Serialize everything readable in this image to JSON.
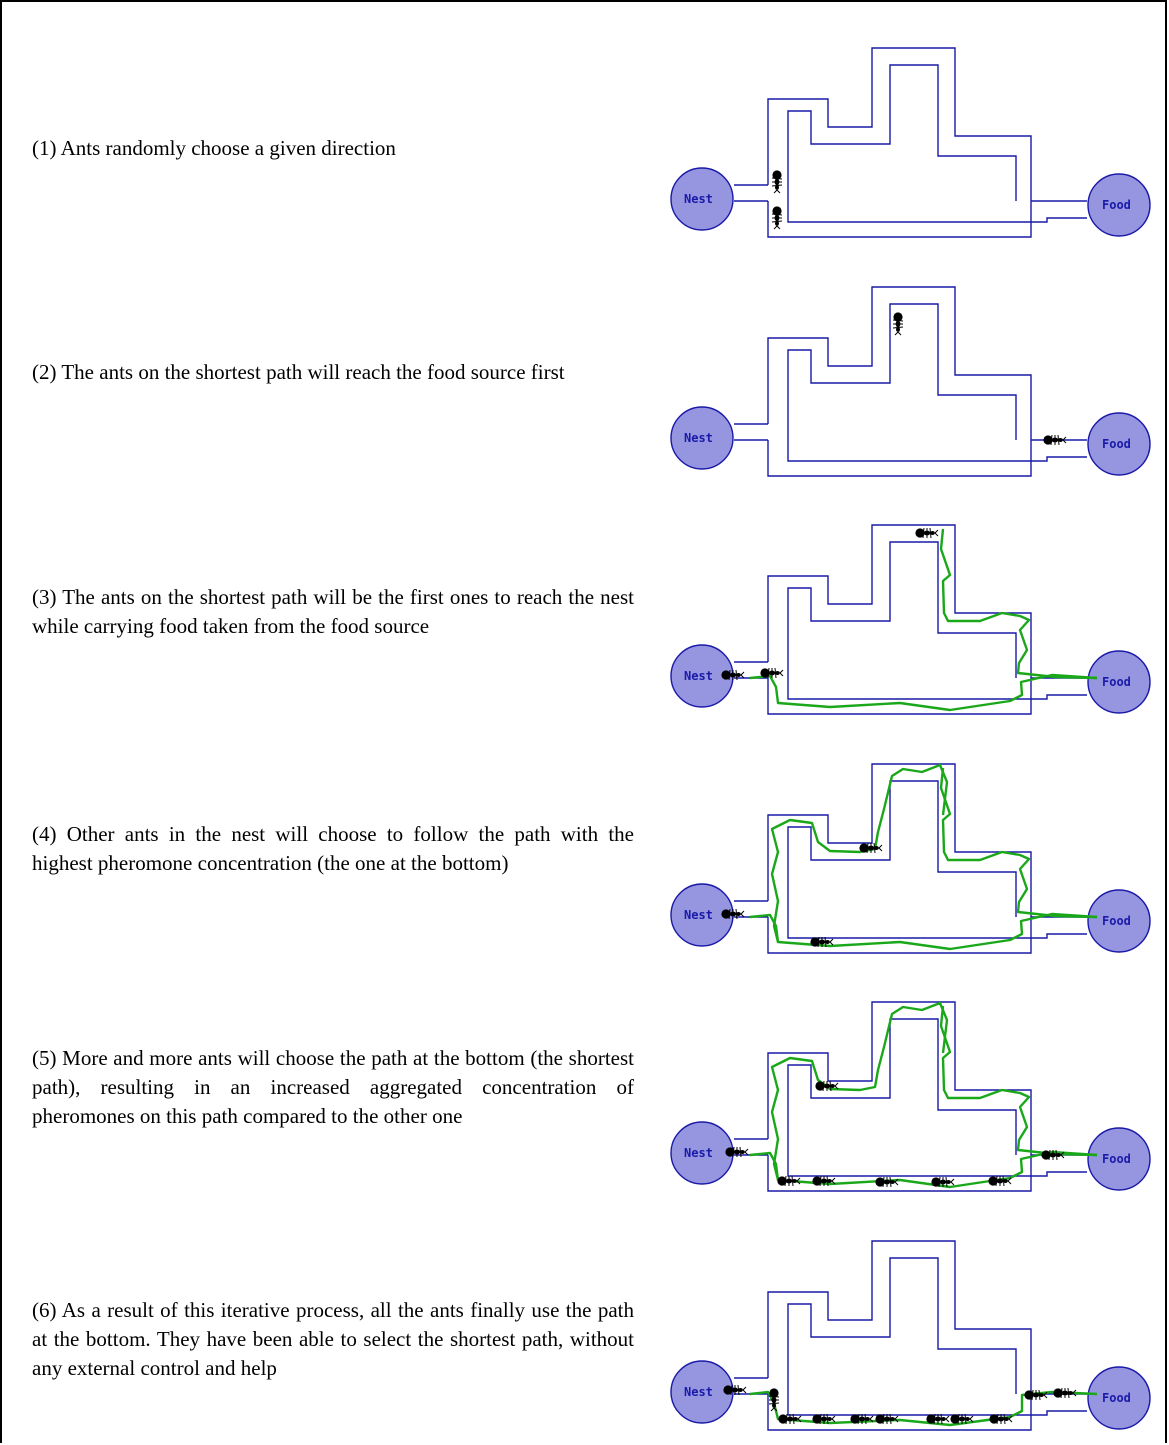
{
  "steps": [
    {
      "text": "(1) Ants randomly choose a given direction"
    },
    {
      "text": "(2) The ants on the shortest path will reach the food source first"
    },
    {
      "text": "(3) The ants on the shortest path will be the first ones to reach the nest while carrying food taken from the food source"
    },
    {
      "text": "(4) Other ants in the nest will choose to follow the path with the highest pheromone concentration (the one at the bottom)"
    },
    {
      "text": "(5) More and more ants will choose the path at the bottom (the shortest path), resulting in an increased aggregated concentration of pheromones on this path compared to the other one"
    },
    {
      "text": "(6) As a result of this iterative process, all the ants finally use the path at the bottom. They have been able to select the shortest path, without any external control and help"
    }
  ],
  "labels": {
    "nest": "Nest",
    "food": "Food"
  },
  "colors": {
    "wall": "#1a1aa8",
    "circle_fill": "#9595e0",
    "trail": "#1aa81a",
    "ant": "#000000"
  }
}
